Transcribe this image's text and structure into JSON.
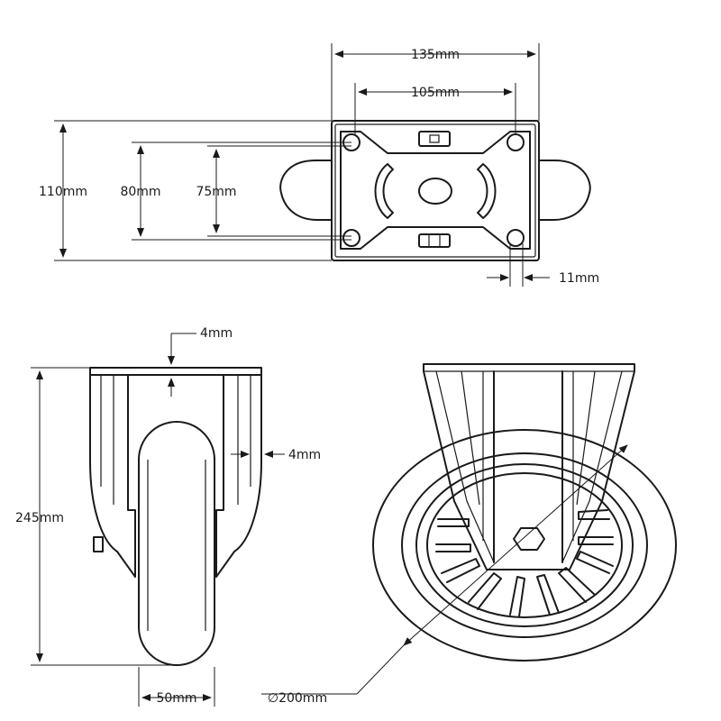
{
  "dimensions": {
    "top_width": "135mm",
    "hole_spacing_x": "105mm",
    "plate_height": "110mm",
    "hole_spacing_y_outer": "80mm",
    "hole_spacing_y_inner": "75mm",
    "bolt_hole": "11mm",
    "plate_thickness_top": "4mm",
    "plate_thickness_side": "4mm",
    "total_height": "245mm",
    "wheel_width": "50mm",
    "wheel_diameter": "∅200mm"
  }
}
